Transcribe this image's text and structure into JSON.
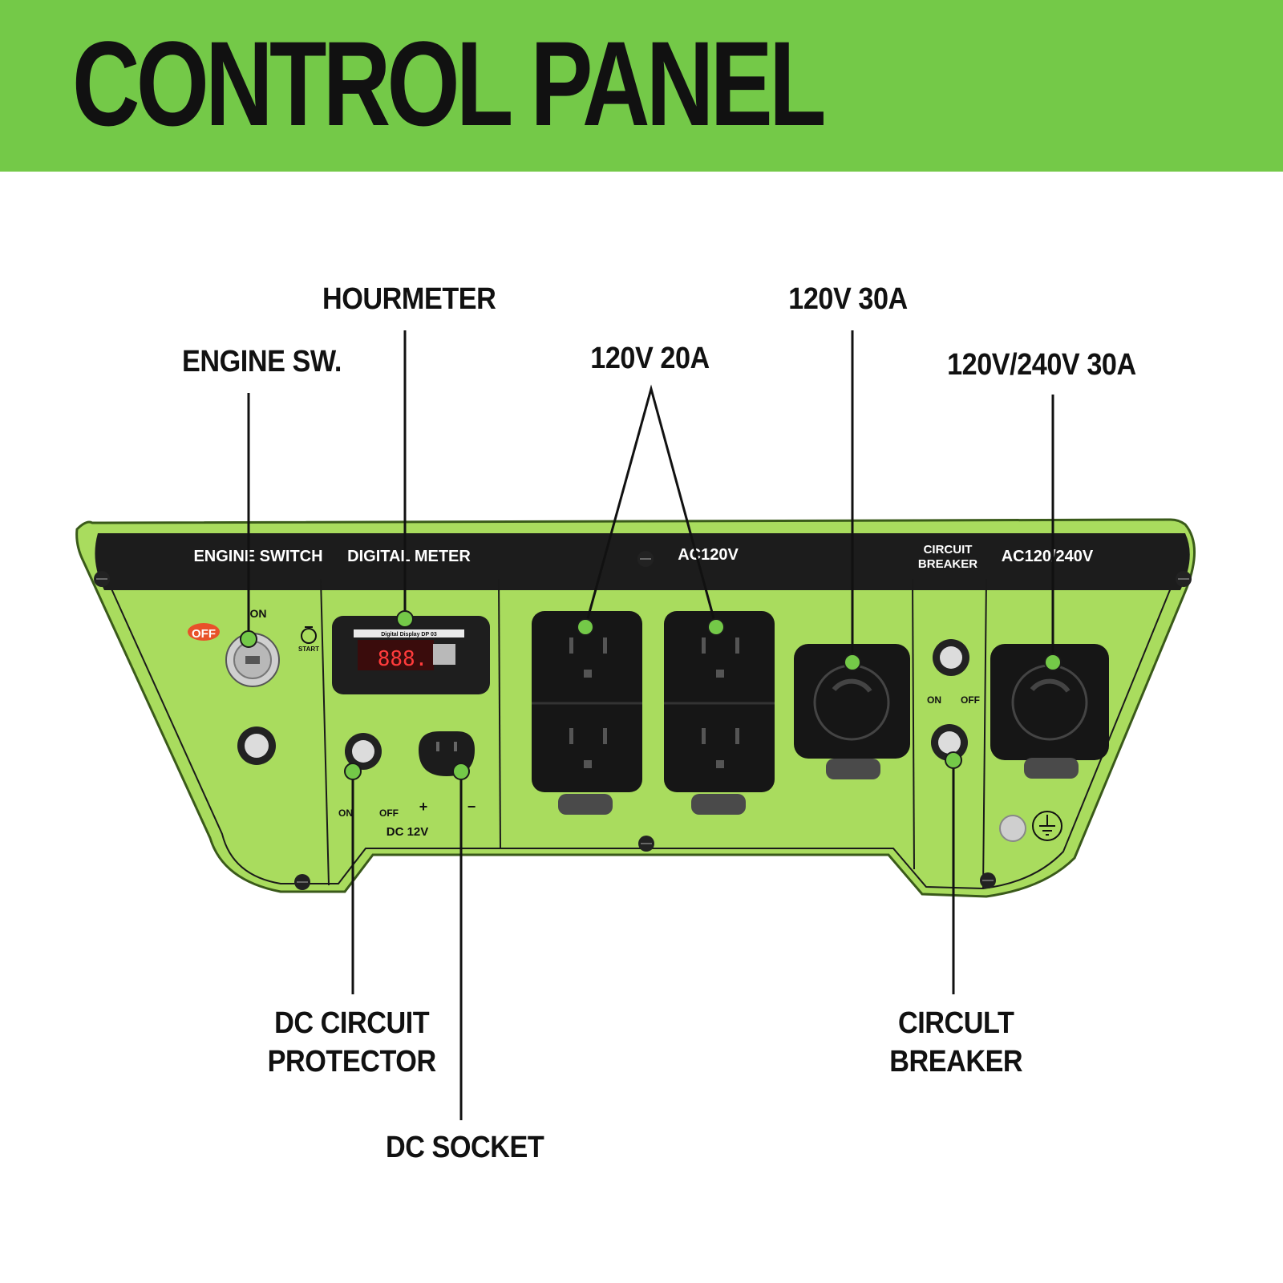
{
  "header": {
    "title": "CONTROL PANEL",
    "bar_color": "#74c948",
    "title_color": "#111111"
  },
  "callouts": {
    "engine_switch": "ENGINE SW.",
    "hourmeter": "HOURMETER",
    "outlet_20a": "120V 20A",
    "outlet_30a": "120V 30A",
    "outlet_240v": "120V/240V 30A",
    "dc_circuit_protector_line1": "DC CIRCUIT",
    "dc_circuit_protector_line2": "PROTECTOR",
    "dc_socket": "DC SOCKET",
    "circuit_breaker_line1": "CIRCULT",
    "circuit_breaker_line2": "BREAKER"
  },
  "panel": {
    "body_color": "#a9dc5e",
    "header_strip_color": "#1c1c1c",
    "marker_color": "#74c948",
    "labels": {
      "engine_switch": "ENGINE SWITCH",
      "digital_meter": "DIGITAL METER",
      "ac120": "AC120V",
      "circuit_breaker_line1": "CIRCUIT",
      "circuit_breaker_line2": "BREAKER",
      "ac120_240": "AC120/240V"
    },
    "engine_off": "OFF",
    "engine_on": "ON",
    "engine_start": "START",
    "meter_brand": "Digital Display DP 03",
    "meter_reading": "888.",
    "dc_on": "ON",
    "dc_off": "OFF",
    "dc_plus": "+",
    "dc_minus": "−",
    "dc_12v": "DC 12V",
    "breaker_on": "ON",
    "breaker_off": "OFF"
  }
}
